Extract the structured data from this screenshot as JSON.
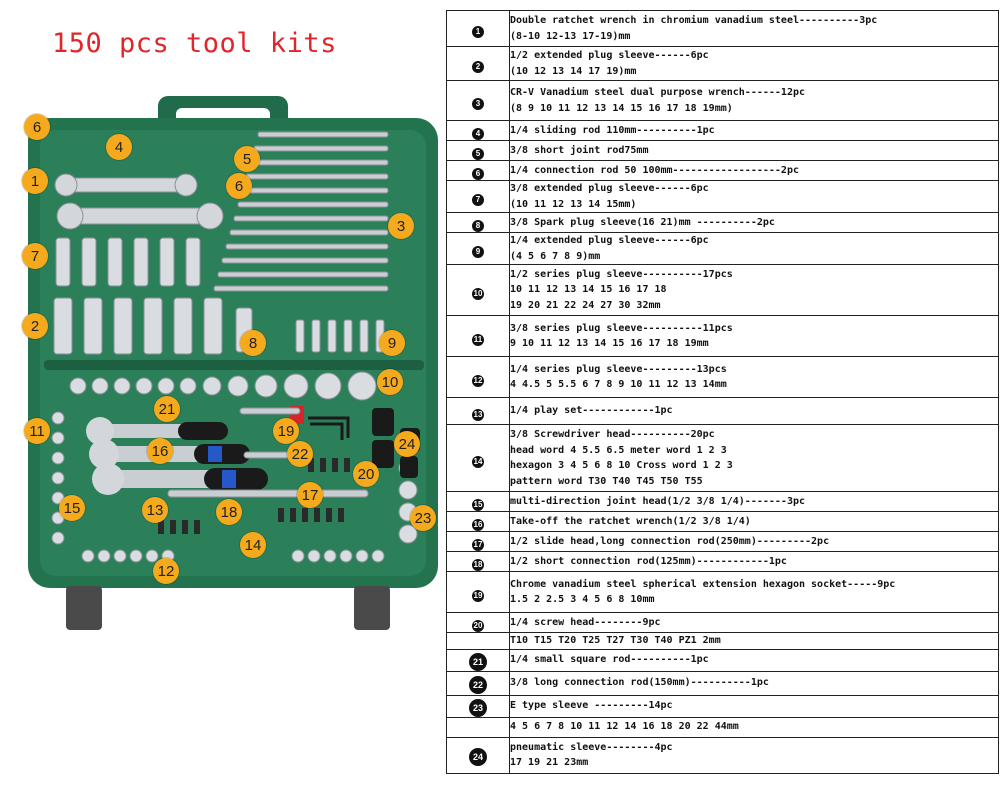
{
  "title": "150 pcs tool kits",
  "markers": [
    {
      "label": "6"
    },
    {
      "label": "4"
    },
    {
      "label": "1"
    },
    {
      "label": "5"
    },
    {
      "label": "6"
    },
    {
      "label": "3"
    },
    {
      "label": "7"
    },
    {
      "label": "2"
    },
    {
      "label": "8"
    },
    {
      "label": "9"
    },
    {
      "label": "10"
    },
    {
      "label": "21"
    },
    {
      "label": "11"
    },
    {
      "label": "16"
    },
    {
      "label": "19"
    },
    {
      "label": "22"
    },
    {
      "label": "24"
    },
    {
      "label": "20"
    },
    {
      "label": "17"
    },
    {
      "label": "15"
    },
    {
      "label": "13"
    },
    {
      "label": "18"
    },
    {
      "label": "23"
    },
    {
      "label": "14"
    },
    {
      "label": "12"
    }
  ],
  "rows": [
    {
      "num": "1",
      "lines": [
        "Double ratchet wrench in chromium vanadium steel----------3pc",
        "(8-10 12-13 17-19)mm"
      ]
    },
    {
      "num": "2",
      "lines": [
        "1/2 extended plug sleeve------6pc",
        "(10 12 13 14 17 19)mm"
      ]
    },
    {
      "num": "3",
      "lines": [
        "CR-V Vanadium steel dual purpose wrench------12pc",
        "(8 9 10 11 12 13 14 15 16 17 18 19mm)"
      ]
    },
    {
      "num": "4",
      "lines": [
        "1/4 sliding rod 110mm----------1pc"
      ]
    },
    {
      "num": "5",
      "lines": [
        "3/8 short joint rod75mm"
      ]
    },
    {
      "num": "6",
      "lines": [
        "1/4 connection rod 50 100mm------------------2pc"
      ]
    },
    {
      "num": "7",
      "lines": [
        "3/8 extended plug sleeve------6pc",
        "(10 11 12 13 14 15mm)"
      ]
    },
    {
      "num": "8",
      "lines": [
        "3/8 Spark plug sleeve(16 21)mm ----------2pc"
      ]
    },
    {
      "num": "9",
      "lines": [
        "1/4 extended plug sleeve------6pc",
        "(4 5 6 7 8 9)mm"
      ]
    },
    {
      "num": "10",
      "lines": [
        "1/2 series plug sleeve----------17pcs",
        "10 11 12 13 14 15 16 17 18",
        "19 20 21 22 24 27 30 32mm"
      ]
    },
    {
      "num": "11",
      "lines": [
        "3/8 series plug sleeve----------11pcs",
        "9 10 11 12 13 14 15 16 17 18 19mm"
      ]
    },
    {
      "num": "12",
      "lines": [
        "1/4 series plug sleeve---------13pcs",
        "4 4.5 5 5.5 6 7 8 9 10 11 12 13 14mm"
      ]
    },
    {
      "num": "13",
      "lines": [
        "1/4 play set------------1pc"
      ]
    },
    {
      "num": "14",
      "lines": [
        "3/8 Screwdriver head----------20pc",
        "head word 4 5.5 6.5  meter word 1  2 3",
        "hexagon 3 4 5 6 8 10    Cross word 1  2 3",
        "pattern word  T30 T40 T45 T50 T55"
      ]
    },
    {
      "num": "15",
      "lines": [
        "multi-direction joint head(1/2  3/8  1/4)-------3pc"
      ]
    },
    {
      "num": "16",
      "lines": [
        "Take-off the ratchet wrench(1/2  3/8  1/4)"
      ]
    },
    {
      "num": "17",
      "lines": [
        "1/2 slide head,long connection rod(250mm)---------2pc"
      ]
    },
    {
      "num": "18",
      "lines": [
        "1/2 short connection rod(125mm)------------1pc"
      ]
    },
    {
      "num": "19",
      "lines": [
        "Chrome vanadium steel spherical extension hexagon socket-----9pc",
        "1.5 2 2.5 3 4 5 6 8 10mm"
      ]
    },
    {
      "num": "20",
      "lines": [
        "1/4 screw head--------9pc"
      ]
    },
    {
      "num": "",
      "lines": [
        "T10 T15 T20 T25 T27 T30 T40 PZ1 2mm"
      ]
    },
    {
      "num": "21",
      "lines": [
        "1/4 small square rod----------1pc"
      ]
    },
    {
      "num": "22",
      "lines": [
        "3/8 long connection rod(150mm)----------1pc"
      ]
    },
    {
      "num": "23",
      "lines": [
        "E type sleeve ---------14pc"
      ]
    },
    {
      "num": "",
      "lines": [
        "4 5 6 7 8 10 11 12 14 16 18 20 22 44mm"
      ]
    },
    {
      "num": "24",
      "lines": [
        "pneumatic sleeve--------4pc",
        "17 19 21 23mm"
      ]
    }
  ]
}
